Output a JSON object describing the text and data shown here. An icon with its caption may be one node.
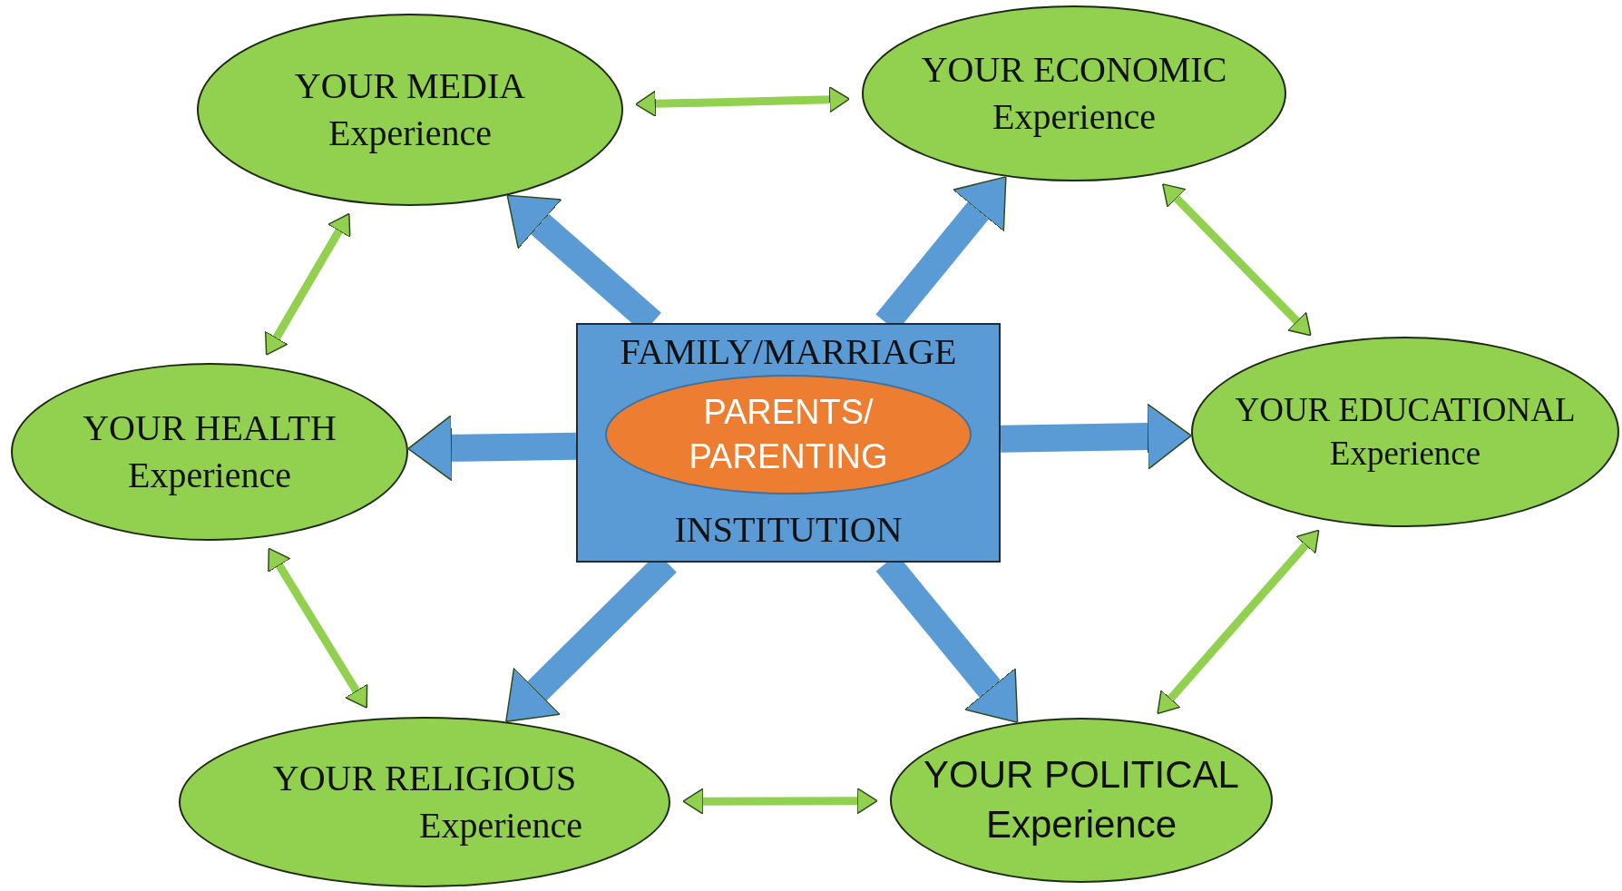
{
  "diagram": {
    "nodes": [
      {
        "text": [
          "YOUR MEDIA",
          "Experience"
        ]
      },
      {
        "text": [
          "YOUR ECONOMIC",
          "Experience"
        ]
      },
      {
        "text": [
          "YOUR HEALTH",
          "Experience"
        ]
      },
      {
        "text": [
          "FAMILY/MARRIAGE",
          "INSTITUTION"
        ]
      },
      {
        "text": [
          "PARENTS/ PARENTING"
        ],
        "in": 3
      },
      {
        "text": [
          "YOUR EDUCATIONAL",
          "Experience"
        ]
      },
      {
        "text": [
          "YOUR RELIGIOUS",
          "Experience"
        ]
      },
      {
        "text": [
          "YOUR POLITICAL",
          "Experience"
        ]
      }
    ],
    "edges": [
      {
        "from": 3,
        "to": 0,
        "arrow": "to",
        "style": "thick",
        "color": "#5b9bd5"
      },
      {
        "from": 3,
        "to": 1,
        "arrow": "to",
        "style": "thick",
        "color": "#5b9bd5"
      },
      {
        "from": 3,
        "to": 2,
        "arrow": "to",
        "style": "thick",
        "color": "#5b9bd5"
      },
      {
        "from": 3,
        "to": 5,
        "arrow": "to",
        "style": "thick",
        "color": "#5b9bd5"
      },
      {
        "from": 3,
        "to": 6,
        "arrow": "to",
        "style": "thick",
        "color": "#5b9bd5"
      },
      {
        "from": 3,
        "to": 7,
        "arrow": "to",
        "style": "thick",
        "color": "#5b9bd5"
      },
      {
        "from": 0,
        "to": 1,
        "arrow": "both",
        "color": "#92d050"
      },
      {
        "from": 1,
        "to": 5,
        "arrow": "both",
        "color": "#92d050"
      },
      {
        "from": 5,
        "to": 7,
        "arrow": "both",
        "color": "#92d050"
      },
      {
        "from": 7,
        "to": 6,
        "arrow": "both",
        "color": "#92d050"
      },
      {
        "from": 6,
        "to": 2,
        "arrow": "both",
        "color": "#92d050"
      },
      {
        "from": 2,
        "to": 0,
        "arrow": "both",
        "color": "#92d050"
      }
    ]
  }
}
